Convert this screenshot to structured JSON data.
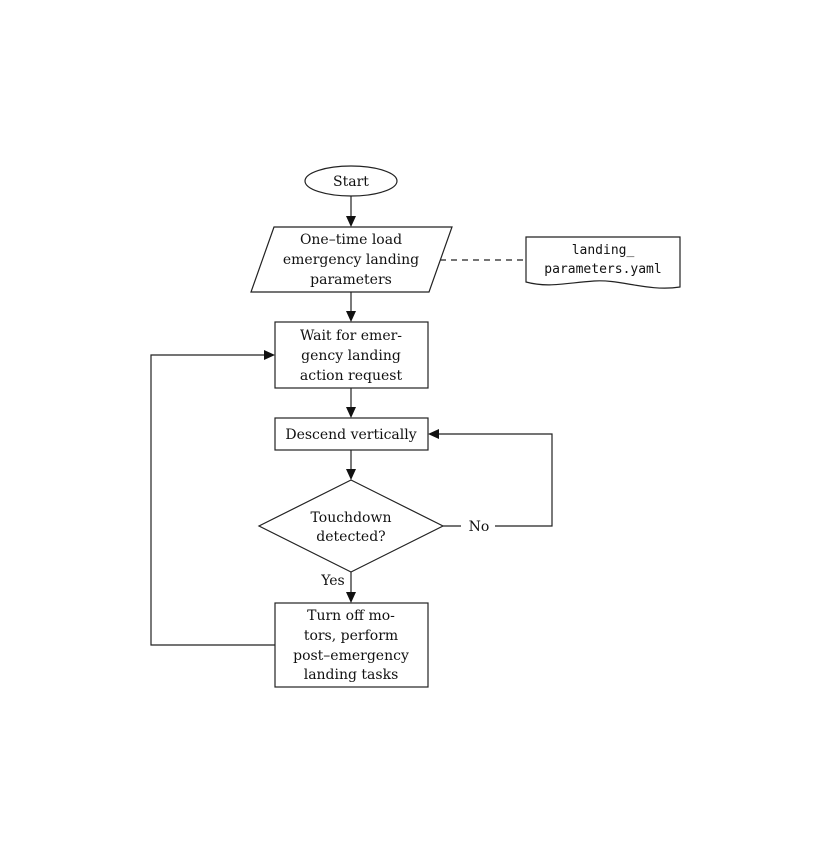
{
  "nodes": {
    "start": {
      "label": "Start"
    },
    "load_params": {
      "lines": [
        "One–time load",
        "emergency landing",
        "parameters"
      ]
    },
    "params_file": {
      "lines": [
        "landing_",
        "parameters.yaml"
      ]
    },
    "wait_request": {
      "lines": [
        "Wait for emer-",
        "gency landing",
        "action request"
      ]
    },
    "descend": {
      "label": "Descend vertically"
    },
    "touchdown": {
      "lines": [
        "Touchdown",
        "detected?"
      ]
    },
    "shutdown": {
      "lines": [
        "Turn off mo-",
        "tors, perform",
        "post–emergency",
        "landing tasks"
      ]
    }
  },
  "edges": {
    "no_label": "No",
    "yes_label": "Yes"
  }
}
